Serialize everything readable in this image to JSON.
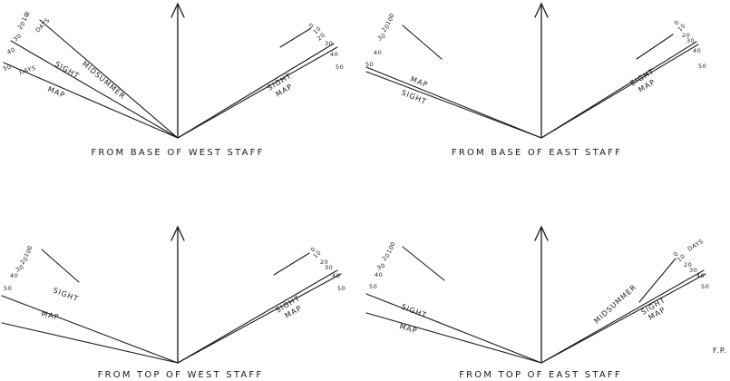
{
  "panels": [
    {
      "caption": "FROM BASE OF WEST STAFF",
      "left_ticks": [
        "0",
        "10",
        "20",
        "30",
        "40",
        "50"
      ],
      "left_labels": [
        "MIDSUMMER",
        "SIGHT",
        "MAP"
      ],
      "left_tick_notes": [
        "DAYS",
        "DAYS"
      ],
      "right_ticks": [
        "0",
        "10",
        "20",
        "30",
        "40",
        "50"
      ],
      "right_labels": [
        "SIGHT",
        "MAP"
      ]
    },
    {
      "caption": "FROM BASE OF EAST STAFF",
      "left_ticks": [
        "0",
        "10",
        "20",
        "30",
        "40",
        "50"
      ],
      "left_labels": [
        "MAP",
        "SIGHT"
      ],
      "right_ticks": [
        "0",
        "10",
        "20",
        "30",
        "40",
        "50"
      ],
      "right_labels": [
        "SIGHT",
        "MAP"
      ]
    },
    {
      "caption": "FROM TOP OF WEST STAFF",
      "left_ticks": [
        "0",
        "10",
        "20",
        "30",
        "40",
        "50"
      ],
      "left_labels": [
        "SIGHT",
        "MAP"
      ],
      "right_ticks": [
        "0",
        "10",
        "20",
        "30",
        "40",
        "50"
      ],
      "right_labels": [
        "SIGHT",
        "MAP"
      ]
    },
    {
      "caption": "FROM TOP OF EAST STAFF",
      "left_ticks": [
        "0",
        "10",
        "20",
        "30",
        "40",
        "50"
      ],
      "left_labels": [
        "SIGHT",
        "MAP"
      ],
      "right_ticks": [
        "0",
        "10",
        "20",
        "30",
        "40",
        "50"
      ],
      "right_labels": [
        "MIDSUMMER",
        "SIGHT",
        "MAP"
      ],
      "right_tick_notes": [
        "DAYS"
      ]
    }
  ],
  "initials": "F.P."
}
